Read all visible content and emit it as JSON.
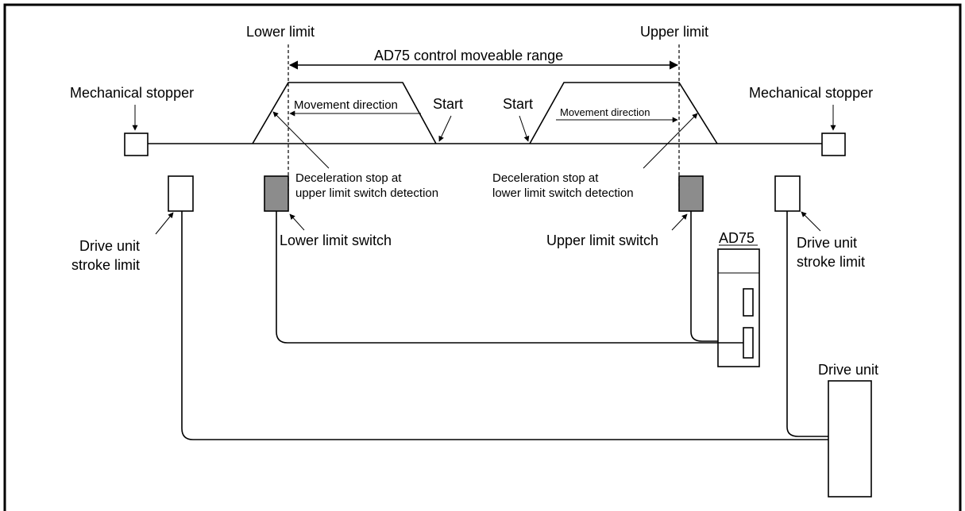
{
  "labels": {
    "lower_limit": "Lower limit",
    "upper_limit": "Upper limit",
    "control_range": "AD75 control moveable range",
    "mech_stopper_left": "Mechanical stopper",
    "mech_stopper_right": "Mechanical stopper",
    "start_left": "Start",
    "start_right": "Start",
    "movement_left": "Movement direction",
    "movement_right": "Movement direction",
    "decel_upper_line1": "Deceleration stop at",
    "decel_upper_line2": "upper limit switch detection",
    "decel_lower_line1": "Deceleration stop at",
    "decel_lower_line2": "lower limit switch detection",
    "drive_stroke_left_line1": "Drive unit",
    "drive_stroke_left_line2": "stroke limit",
    "drive_stroke_right_line1": "Drive unit",
    "drive_stroke_right_line2": "stroke limit",
    "lower_limit_switch": "Lower limit switch",
    "upper_limit_switch": "Upper limit switch",
    "ad75": "AD75",
    "drive_unit": "Drive unit"
  }
}
